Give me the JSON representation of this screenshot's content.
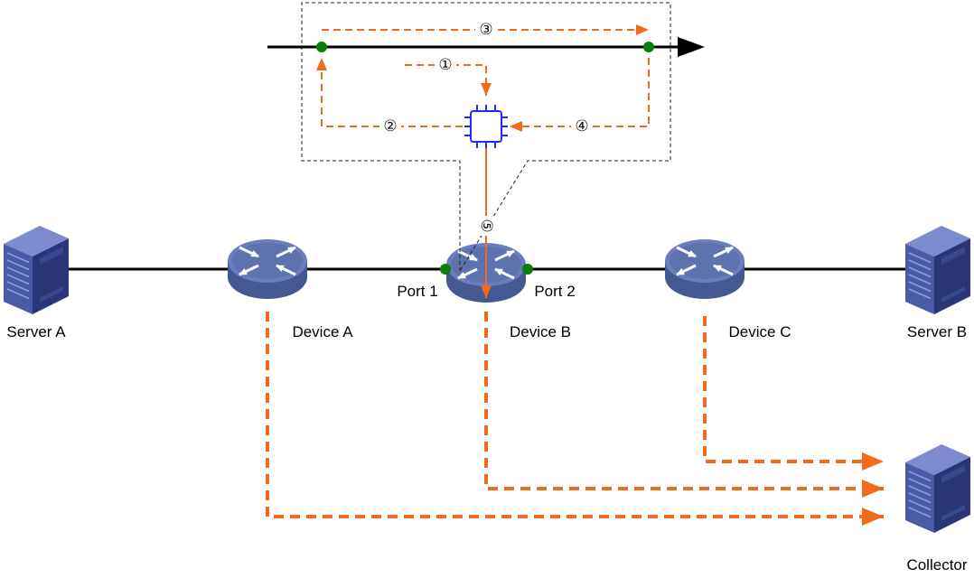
{
  "nodes": {
    "server_a": "Server A",
    "device_a": "Device A",
    "device_b": "Device B",
    "device_c": "Device C",
    "server_b": "Server B",
    "collector": "Collector"
  },
  "ports": {
    "port1": "Port 1",
    "port2": "Port 2"
  },
  "steps": {
    "s1": "①",
    "s2": "②",
    "s3": "③",
    "s4": "④",
    "s5": "⑤"
  },
  "icons": {
    "server": "server-icon",
    "router": "router-icon",
    "processor": "chip-icon"
  },
  "colors": {
    "flow": "#f26b1d",
    "port": "#0a7d0a",
    "chip": "#1f2bff",
    "line": "#000000"
  }
}
